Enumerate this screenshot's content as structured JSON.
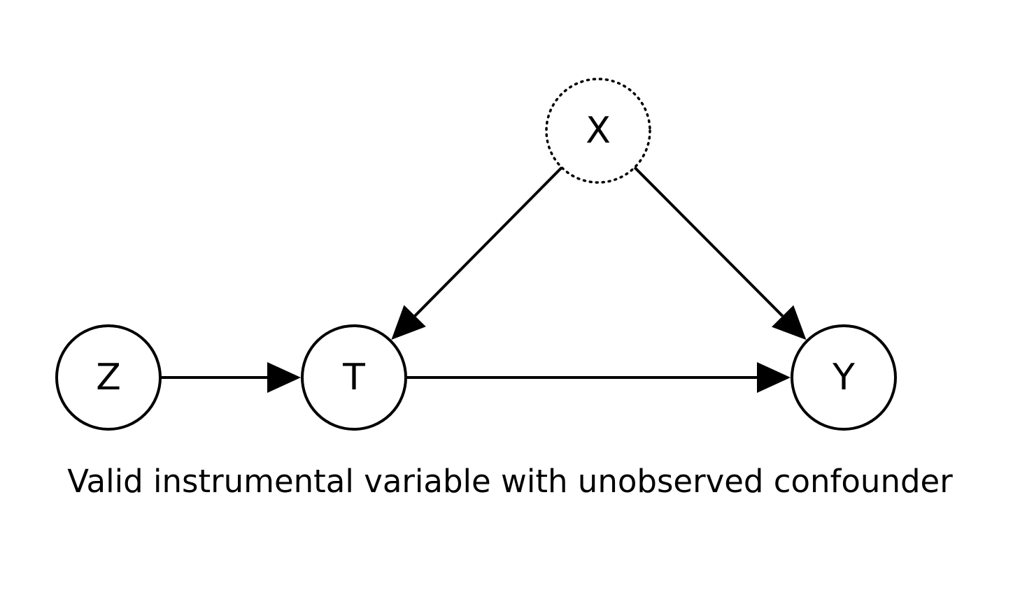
{
  "diagram": {
    "nodes": [
      {
        "id": "Z",
        "label": "Z",
        "style": "solid"
      },
      {
        "id": "T",
        "label": "T",
        "style": "solid"
      },
      {
        "id": "Y",
        "label": "Y",
        "style": "solid"
      },
      {
        "id": "X",
        "label": "X",
        "style": "dotted"
      }
    ],
    "edges": [
      {
        "from": "Z",
        "to": "T"
      },
      {
        "from": "T",
        "to": "Y"
      },
      {
        "from": "X",
        "to": "T"
      },
      {
        "from": "X",
        "to": "Y"
      }
    ],
    "caption": "Valid instrumental variable with unobserved confounder"
  }
}
